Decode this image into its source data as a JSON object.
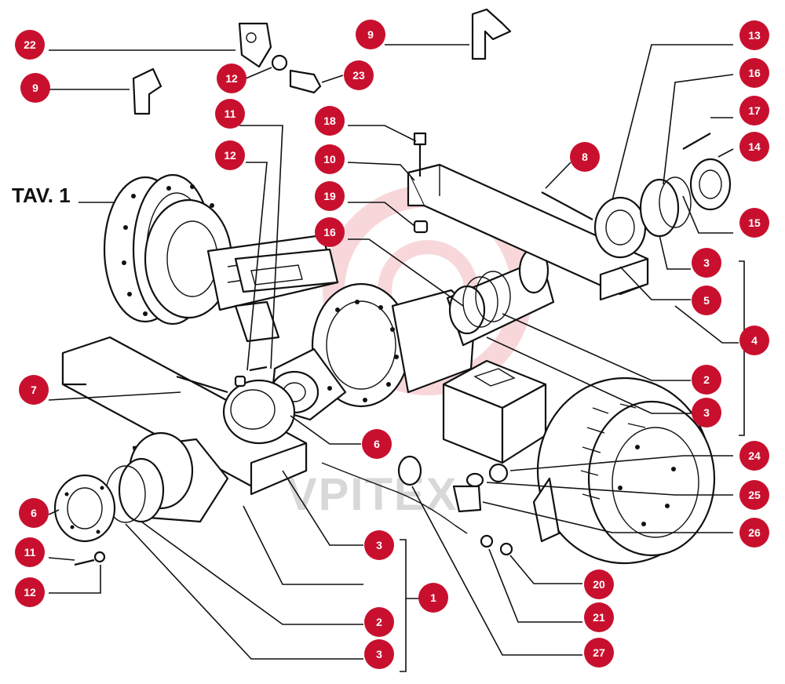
{
  "plate_title": "TAV. 1",
  "watermark": "VPITEX",
  "colors": {
    "callout": "#c8102e",
    "watermark": "#f2b7bd"
  },
  "callouts": {
    "c22": "22",
    "c9a": "9",
    "c12a": "12",
    "c23": "23",
    "c9b": "9",
    "c13": "13",
    "c16a": "16",
    "c11a": "11",
    "c17": "17",
    "c18": "18",
    "c12b": "12",
    "c14": "14",
    "c10": "10",
    "c8": "8",
    "c19": "19",
    "c15": "15",
    "c16b": "16",
    "c3a": "3",
    "c5": "5",
    "c4": "4",
    "c2a": "2",
    "c7": "7",
    "c3b": "3",
    "c6a": "6",
    "c24": "24",
    "c25": "25",
    "c6b": "6",
    "c26": "26",
    "c3c": "3",
    "c11b": "11",
    "c12c": "12",
    "c1": "1",
    "c20": "20",
    "c2b": "2",
    "c21": "21",
    "c3d": "3",
    "c27": "27"
  }
}
